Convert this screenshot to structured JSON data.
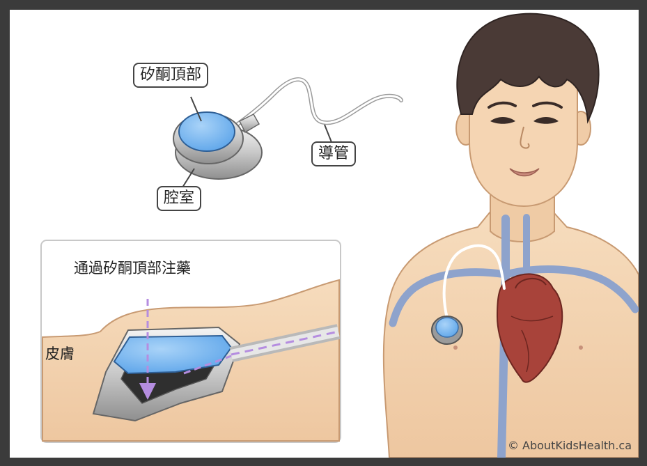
{
  "labels": {
    "silicone_top": "矽酮頂部",
    "catheter": "導管",
    "chamber": "腔室",
    "inject_through_top": "通過矽酮頂部注藥",
    "skin": "皮膚"
  },
  "credit": "© AboutKidsHealth.ca",
  "colors": {
    "port_blue": "#7ab8f0",
    "skin": "#f3d3b0",
    "vein": "#8ea3cc",
    "heart": "#a8433a",
    "frame": "#3b3b3b"
  }
}
